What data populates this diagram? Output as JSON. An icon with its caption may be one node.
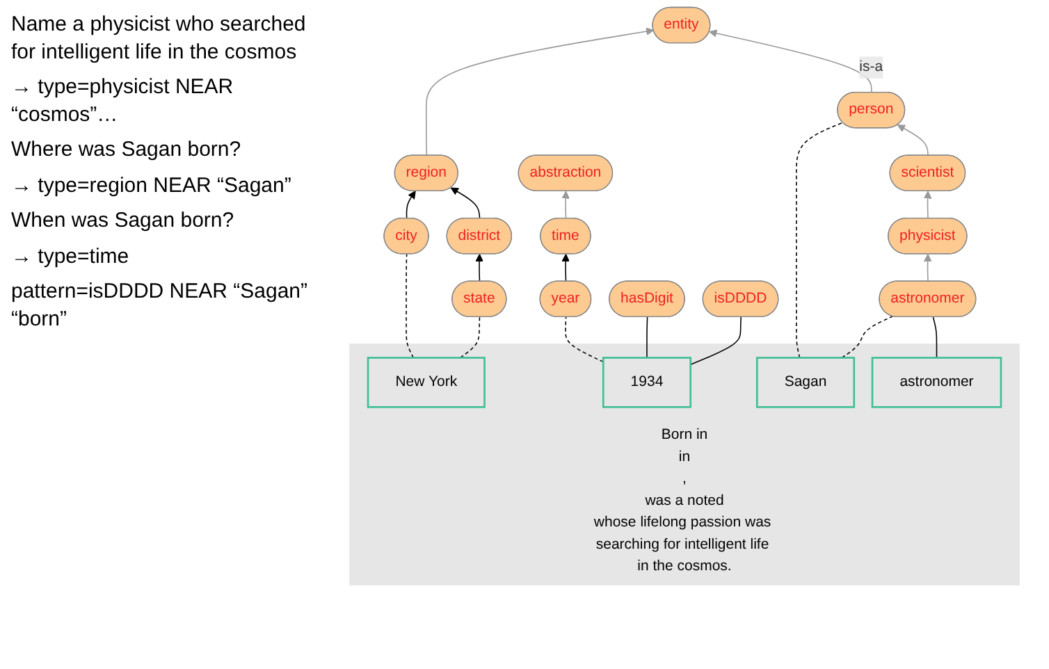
{
  "diagram": {
    "nodes": [
      {
        "text": [
          "abstraction"
        ]
      },
      {
        "text": [
          "entity"
        ]
      },
      {
        "text": [
          "region"
        ]
      },
      {
        "text": [
          "person"
        ]
      },
      {
        "text": [
          "city"
        ]
      },
      {
        "text": [
          "scientist"
        ]
      },
      {
        "text": [
          "time"
        ]
      },
      {
        "text": [
          "district"
        ]
      },
      {
        "text": [
          "year"
        ]
      },
      {
        "text": [
          "physicist"
        ]
      },
      {
        "text": [
          "state"
        ]
      },
      {
        "text": [
          "astronomer"
        ]
      },
      {
        "text": [
          "hasDigit"
        ]
      },
      {
        "text": [
          "isDDDD"
        ]
      },
      {
        "text": [
          "Born in",
          "in",
          ",",
          "was a noted",
          "whose lifelong passion was searching for intelligent life in the cosmos."
        ]
      },
      {
        "text": [
          "New York"
        ],
        "in": 14
      },
      {
        "text": [
          "1934"
        ],
        "in": 14
      },
      {
        "text": [
          "Sagan"
        ],
        "in": 14
      },
      {
        "text": [
          "astronomer"
        ],
        "in": 14
      }
    ],
    "edges": [
      {
        "from": 6,
        "to": 0,
        "arrow": "to",
        "color": "#999999"
      },
      {
        "from": 2,
        "to": 1,
        "arrow": "to",
        "color": "#999999"
      },
      {
        "from": 3,
        "to": 1,
        "arrow": "to",
        "label": "is-a",
        "color": "#999999"
      },
      {
        "from": 4,
        "to": 2,
        "arrow": "to"
      },
      {
        "from": 7,
        "to": 2,
        "arrow": "to"
      },
      {
        "from": 5,
        "to": 3,
        "arrow": "to",
        "color": "#999999"
      },
      {
        "from": 8,
        "to": 6,
        "arrow": "to"
      },
      {
        "from": 10,
        "to": 7,
        "arrow": "to"
      },
      {
        "from": 9,
        "to": 5,
        "arrow": "to",
        "color": "#999999"
      },
      {
        "from": 11,
        "to": 9,
        "arrow": "to",
        "color": "#999999"
      },
      {
        "from": 15,
        "to": 4,
        "arrow": "none",
        "style": "dashed"
      },
      {
        "from": 15,
        "to": 10,
        "arrow": "none",
        "style": "dashed"
      },
      {
        "from": 16,
        "to": 8,
        "arrow": "none",
        "style": "dashed"
      },
      {
        "from": 17,
        "to": 3,
        "arrow": "none",
        "style": "dashed"
      },
      {
        "from": 17,
        "to": 11,
        "arrow": "none",
        "style": "dashed"
      },
      {
        "from": 16,
        "to": 12,
        "arrow": "none"
      },
      {
        "from": 16,
        "to": 13,
        "arrow": "none"
      },
      {
        "from": 18,
        "to": 11,
        "arrow": "none"
      }
    ],
    "labels": [
      "Name a physicist who searched for intelligent life in the cosmos",
      "→ type=physicist NEAR “cosmos”…",
      "Where was Sagan born?",
      "→ type=region NEAR “Sagan”",
      "When was Sagan born?",
      "→ type=time",
      "pattern=isDDDD NEAR “Sagan” “born”"
    ]
  }
}
